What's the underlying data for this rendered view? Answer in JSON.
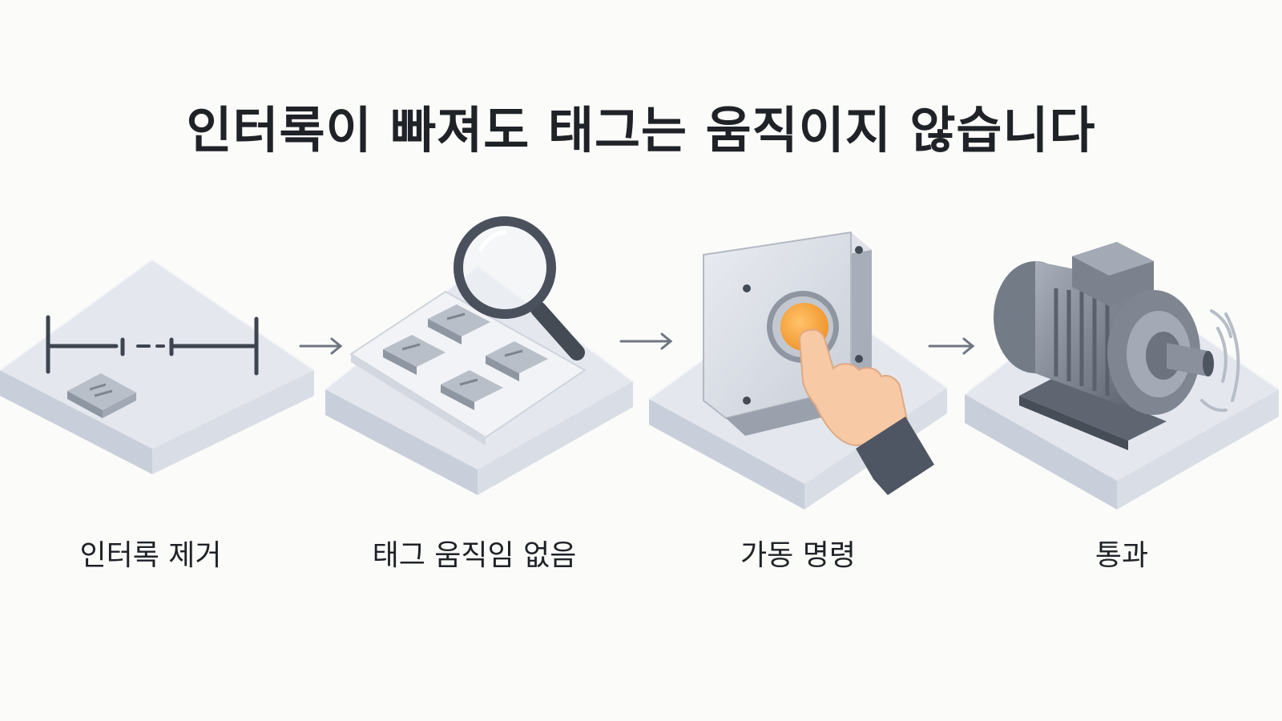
{
  "title": "인터록이 빠져도 태그는 움직이지 않습니다",
  "steps": [
    {
      "label": "인터록 제거",
      "icon": "removed-interlock-icon"
    },
    {
      "label": "태그 움직임 없음",
      "icon": "magnifier-tags-icon"
    },
    {
      "label": "가동 명령",
      "icon": "start-button-press-icon"
    },
    {
      "label": "통과",
      "icon": "running-motor-icon"
    }
  ],
  "colors": {
    "background": "#fbfbf9",
    "platform": "#e4e7ee",
    "metal": "#8a929f",
    "button": "#f5a13a",
    "text": "#1f2227"
  }
}
